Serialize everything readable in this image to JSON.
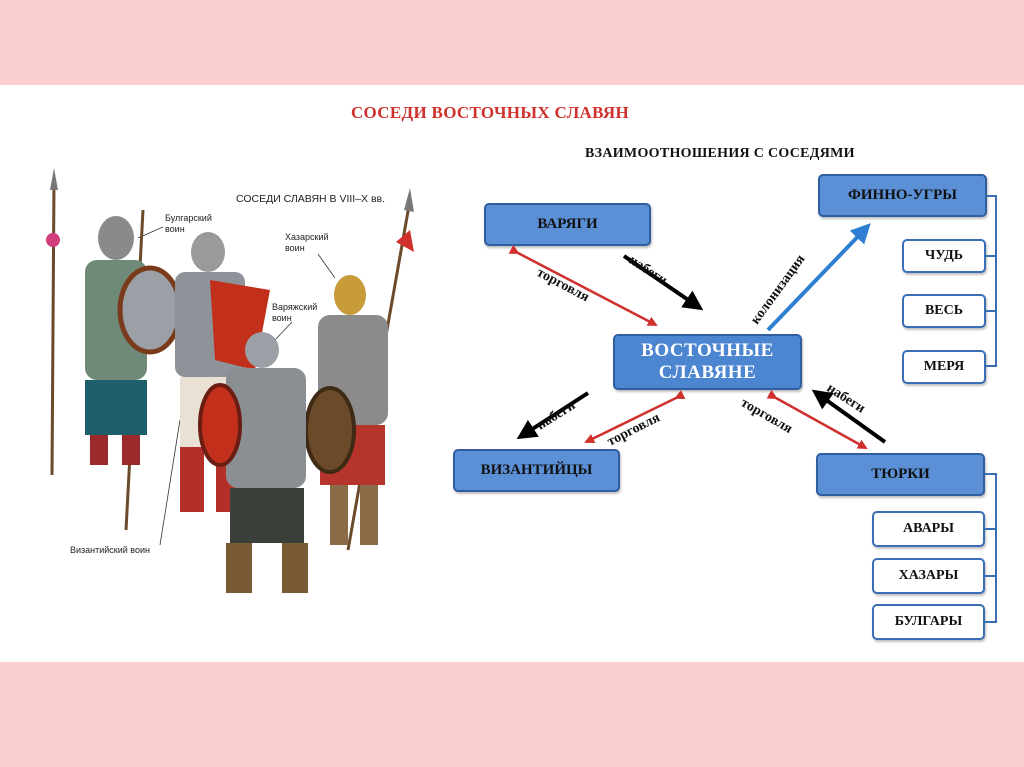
{
  "title": "СОСЕДИ ВОСТОЧНЫХ СЛАВЯН",
  "subtitle": "ВЗАИМООТНОШЕНИЯ С СОСЕДЯМИ",
  "illustration": {
    "caption": "СОСЕДИ СЛАВЯН В VIII–X вв.",
    "labels": {
      "bulgar": [
        "Булгарский",
        "воин"
      ],
      "khazar": [
        "Хазарский",
        "воин"
      ],
      "varang": [
        "Варяжский",
        "воин"
      ],
      "byzant": "Византийский воин"
    }
  },
  "diagram": {
    "center": [
      "ВОСТОЧНЫЕ",
      "СЛАВЯНЕ"
    ],
    "varyagi": "ВАРЯГИ",
    "finno": "ФИННО-УГРЫ",
    "byzantines": "ВИЗАНТИЙЦЫ",
    "turks": "ТЮРКИ",
    "finno_sub": [
      "ЧУДЬ",
      "ВЕСЬ",
      "МЕРЯ"
    ],
    "turks_sub": [
      "АВАРЫ",
      "ХАЗАРЫ",
      "БУЛГАРЫ"
    ],
    "arrows": {
      "raids": "набеги",
      "trade": "торговля",
      "colonization": "колонизация"
    }
  },
  "colors": {
    "band": "#fcd0d1",
    "title": "#d0312d",
    "box_fill": "#5b8fd6",
    "box_border": "#2f5f9f",
    "arrow_black": "#000000",
    "arrow_red": "#d0312d",
    "arrow_blue": "#2e7fd1"
  }
}
